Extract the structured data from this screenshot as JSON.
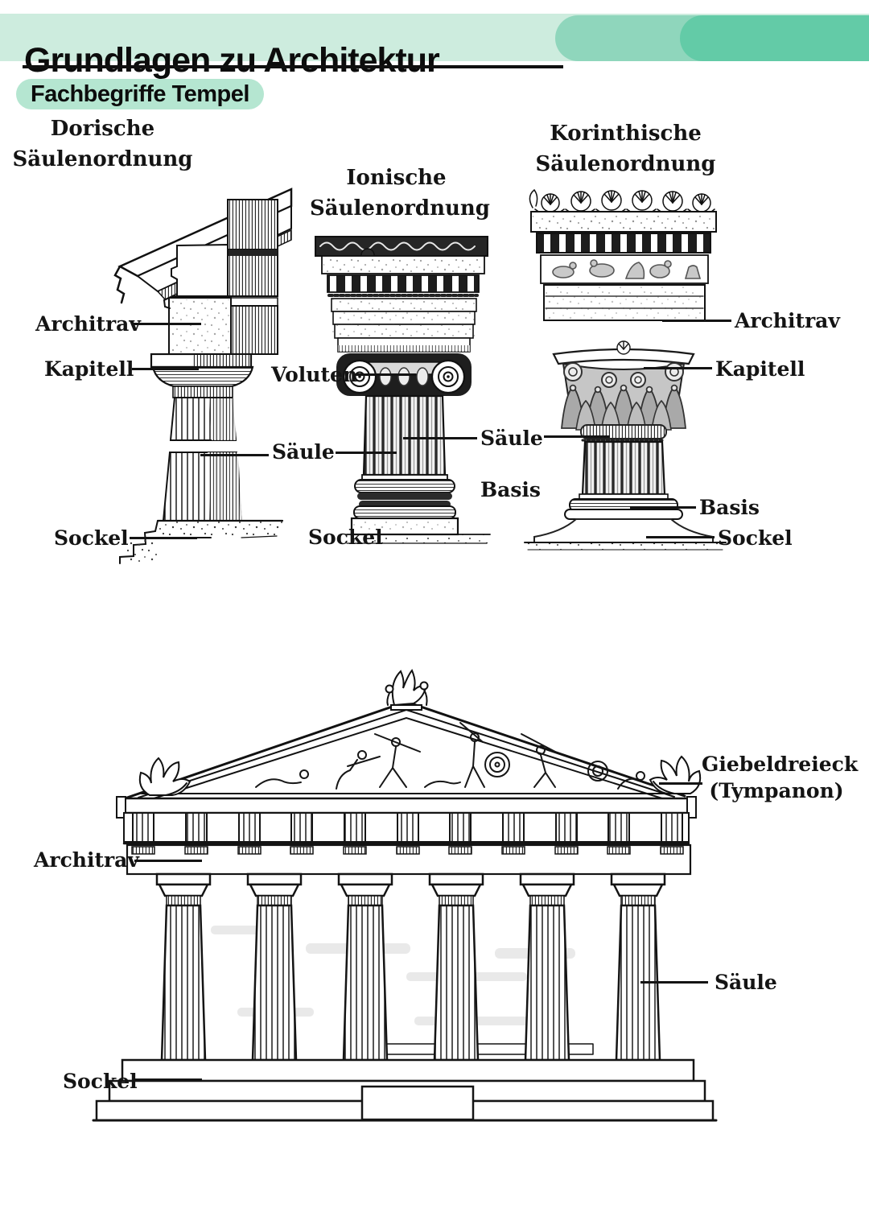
{
  "header": {
    "title": "Grundlagen zu Architektur",
    "section": "Fachbegriffe Tempel"
  },
  "colors": {
    "band_light_mint": "#cdecde",
    "pill_medium_teal": "#8fd6bc",
    "pill_dark_teal": "#63cba7",
    "section_highlight": "#b5e6d1",
    "ink": "#141414"
  },
  "orders": {
    "doric": {
      "name_line1": "Dorische",
      "name_line2": "Säulenordnung"
    },
    "ionic": {
      "name_line1": "Ionische",
      "name_line2": "Säulenordnung"
    },
    "corinthian": {
      "name_line1": "Korinthische",
      "name_line2": "Säulenordnung"
    }
  },
  "labels": {
    "architrav_doric": "Architrav",
    "kapitell_doric": "Kapitell",
    "sockel_doric": "Sockel",
    "voluten_ionic": "Voluten",
    "saeule_doric": "Säule",
    "saeule_ionic": "Säule",
    "basis_ionic": "Basis",
    "sockel_ionic": "Sockel",
    "architrav_corinthian": "Architrav",
    "kapitell_corinthian": "Kapitell",
    "basis_corinthian": "Basis",
    "sockel_corinthian": "Sockel"
  },
  "temple": {
    "giebeldreieck_line1": "Giebeldreieck",
    "giebeldreieck_line2": "(Tympanon)",
    "architrav": "Architrav",
    "saeule": "Säule",
    "sockel": "Sockel"
  }
}
